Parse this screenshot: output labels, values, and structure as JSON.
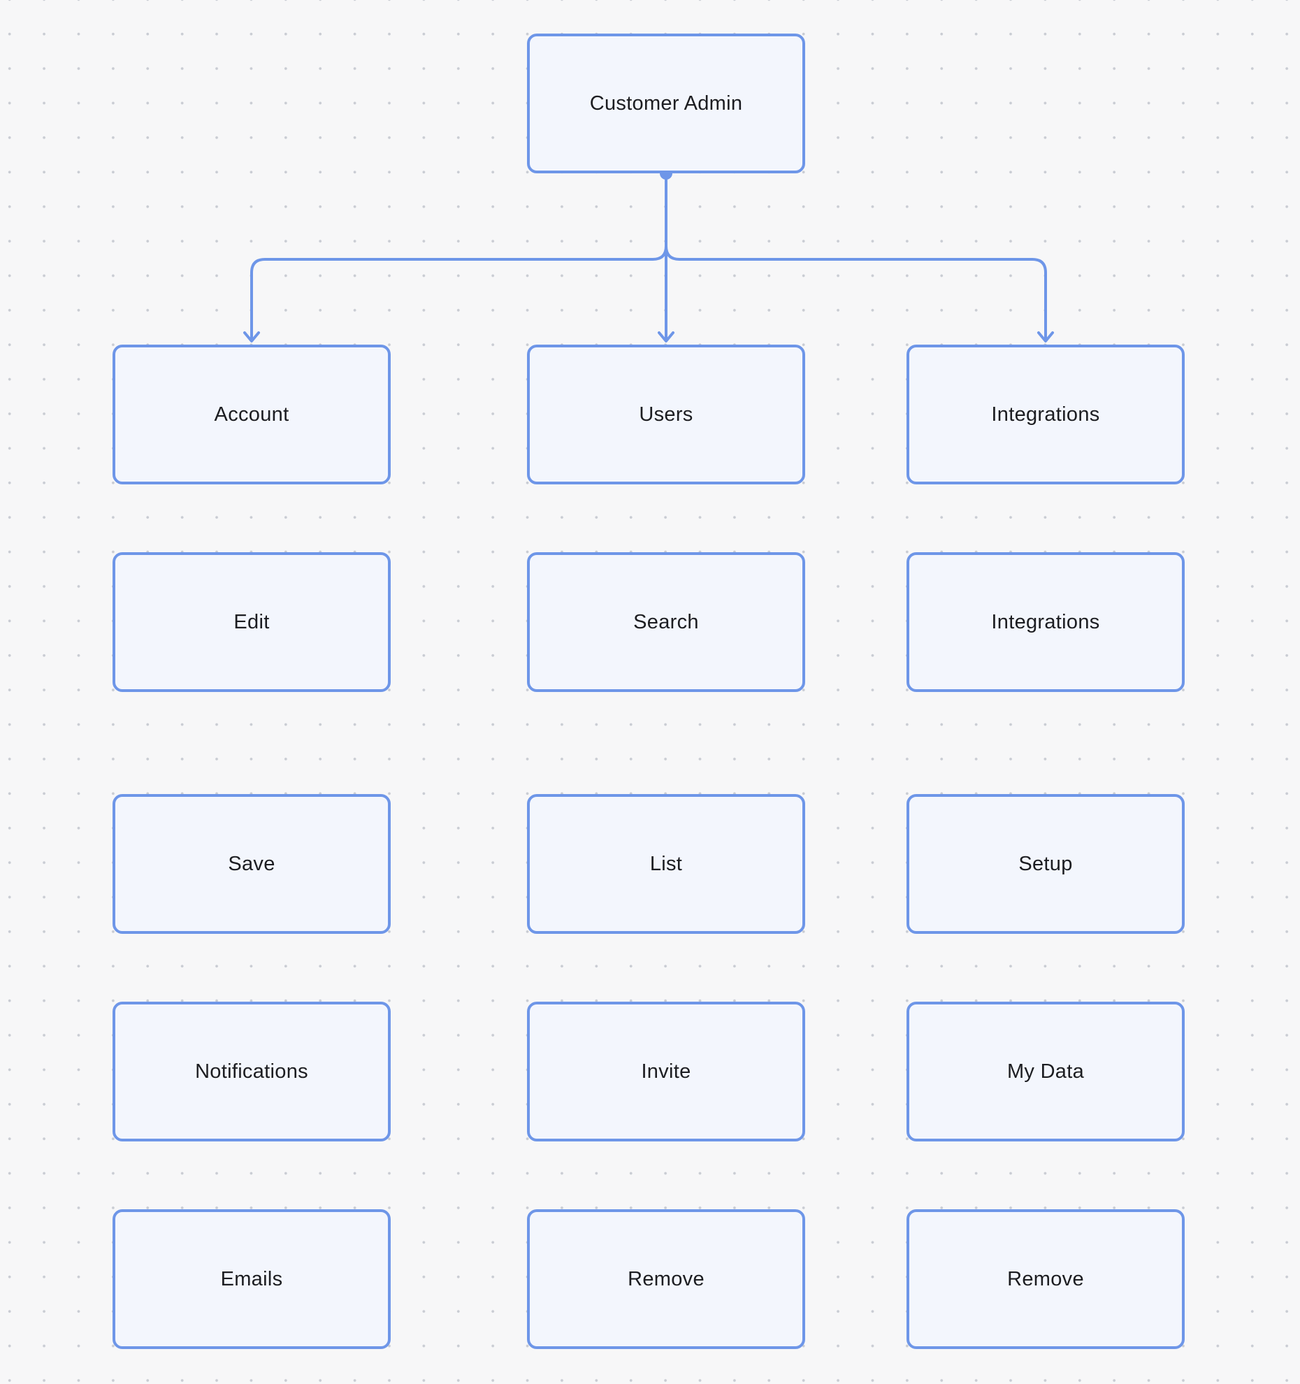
{
  "diagram": {
    "accent_color": "#6e96e8",
    "node_fill": "#f3f6fd",
    "root": {
      "label": "Customer Admin"
    },
    "branches": [
      {
        "label": "Account"
      },
      {
        "label": "Users"
      },
      {
        "label": "Integrations"
      }
    ],
    "columns": [
      {
        "items": [
          "Edit",
          "Save",
          "Notifications",
          "Emails"
        ]
      },
      {
        "items": [
          "Search",
          "List",
          "Invite",
          "Remove"
        ]
      },
      {
        "items": [
          "Integrations",
          "Setup",
          "My Data",
          "Remove"
        ]
      }
    ]
  }
}
